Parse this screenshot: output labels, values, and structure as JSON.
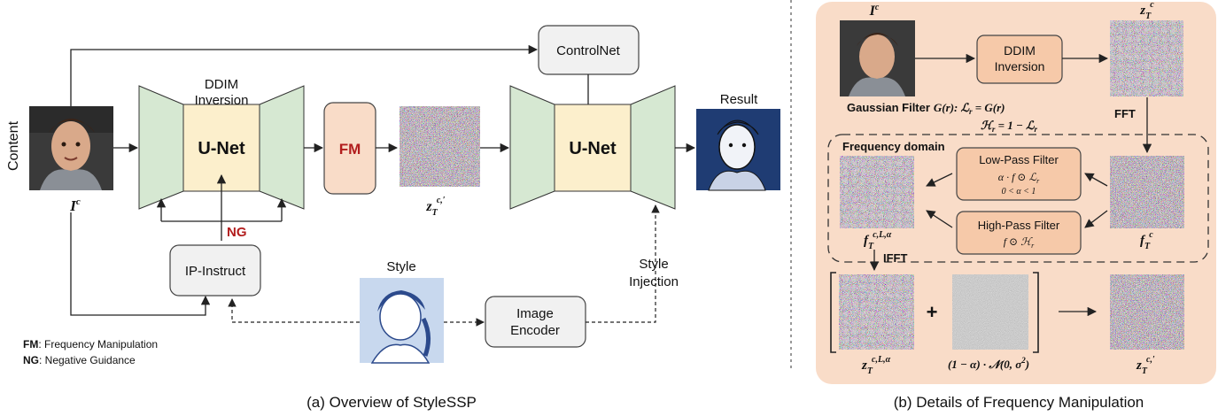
{
  "colors": {
    "unet_side": "#d6e8d2",
    "unet_center": "#fcefcc",
    "fm_box": "#f9dcc8",
    "panel_bg": "#f9dcc8",
    "box_gray": "#f1f1f1",
    "ng_red": "#b21d1d",
    "stroke": "#333333"
  },
  "left": {
    "content_label": "Content",
    "input_label": "I",
    "input_sup": "c",
    "ddim_line1": "DDIM",
    "ddim_line2": "Inversion",
    "unet1": "U-Net",
    "fm": "FM",
    "noise_label": "z",
    "noise_sub": "T",
    "noise_sup": "c,′",
    "controlnet": "ControlNet",
    "unet2": "U-Net",
    "result": "Result",
    "ng": "NG",
    "ip_instruct": "IP-Instruct",
    "style": "Style",
    "image_encoder_line1": "Image",
    "image_encoder_line2": "Encoder",
    "style_inj_line1": "Style",
    "style_inj_line2": "Injection",
    "legend_fm_key": "FM",
    "legend_fm_val": ": Frequency Manipulation",
    "legend_ng_key": "NG",
    "legend_ng_val": ": Negative Guidance",
    "caption": "(a) Overview of StyleSSP"
  },
  "right": {
    "ic_label": "I",
    "ic_sup": "c",
    "ddim_line1": "DDIM",
    "ddim_line2": "Inversion",
    "zt_label": "z",
    "zt_sub": "T",
    "zt_sup": "c",
    "gauss_title": "Gaussian Filter",
    "gauss_eq1": "G(r): ℒ",
    "gauss_eq1b": "r",
    "gauss_eq1c": " = G(r)",
    "gauss_eq2": "ℋ",
    "gauss_eq2b": "r",
    "gauss_eq2c": " = 1 − ℒ",
    "gauss_eq2d": "r",
    "fft": "FFT",
    "freq_domain": "Frequency domain",
    "lowpass": "Low-Pass Filter",
    "lowpass_eq": "α · f",
    "lowpass_eq_rest": " ⊙ ℒ",
    "lowpass_sub": "r",
    "lowpass_cond": "0 < α < 1",
    "highpass": "High-Pass Filter",
    "highpass_eq": "f",
    "highpass_eq_rest": " ⊙ ℋ",
    "highpass_sub": "r",
    "fL_label": "f",
    "fL_sub": "T",
    "fL_sup": "c,L,α",
    "fc_label": "f",
    "fc_sub": "T",
    "fc_sup": "c",
    "ifft": "IFFT",
    "plus": "+",
    "zL_label": "z",
    "zL_sub": "T",
    "zL_sup": "c,L,α",
    "noise_eq": "(1 − α) · 𝒩(0, σ",
    "noise_eq_sup": "2",
    "noise_eq_end": ")",
    "zout_label": "z",
    "zout_sub": "T",
    "zout_sup": "c,′",
    "caption": "(b) Details of Frequency Manipulation"
  }
}
